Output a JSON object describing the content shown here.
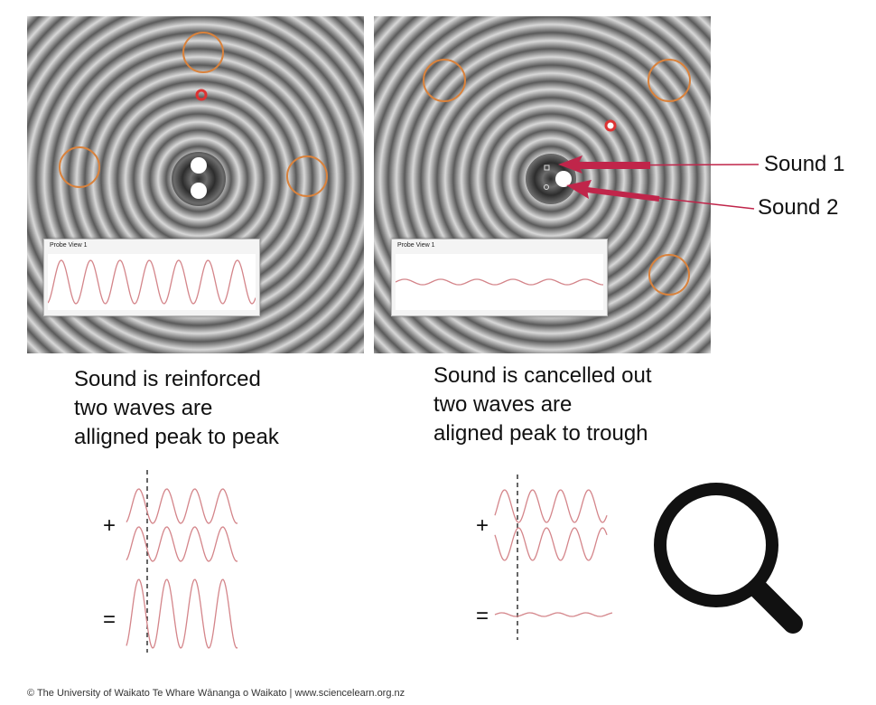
{
  "left_panel": {
    "probe_title": "Probe View 1",
    "caption": [
      "Sound is reinforced",
      "two waves are",
      "alligned peak to peak"
    ]
  },
  "right_panel": {
    "probe_title": "Probe View 1",
    "caption": [
      "Sound is cancelled out",
      "two waves are",
      "aligned peak to trough"
    ]
  },
  "labels": {
    "sound1": "Sound 1",
    "sound2": "Sound 2"
  },
  "symbols": {
    "plus": "+",
    "equals": "="
  },
  "credit": "© The University of Waikato Te Whare Wānanga o Waikato | www.sciencelearn.org.nz",
  "colors": {
    "wave": "#d4858a",
    "arrow": "#c0254a",
    "probe_ring": "#d9823c"
  }
}
